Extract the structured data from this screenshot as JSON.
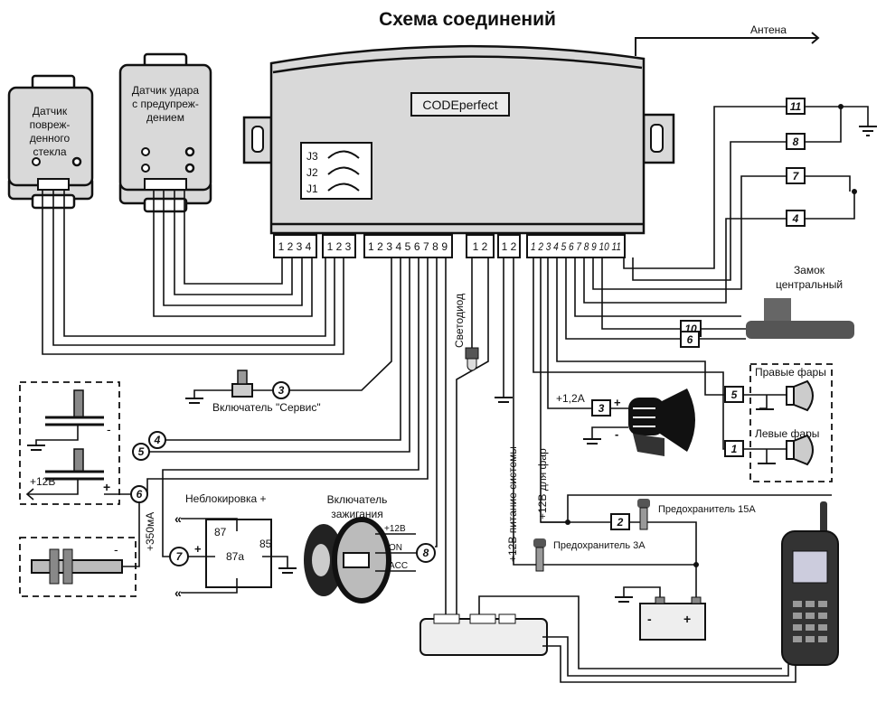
{
  "title": "Схема соединений",
  "antenna_label": "Антена",
  "main_unit": {
    "brand": "CODEperfect",
    "jumpers": [
      "J3",
      "J2",
      "J1"
    ],
    "connectors": [
      {
        "pins": "1 2 3 4"
      },
      {
        "pins": "1 2 3"
      },
      {
        "pins": "1 2 3 4 5 6 7 8 9"
      },
      {
        "pins": "1 2"
      },
      {
        "pins": "1 2"
      },
      {
        "pins": "1 2 3 4 5 6 7 8 9 10 11"
      }
    ]
  },
  "sensors": {
    "glass": "Датчик повреж- денного стекла",
    "glass_lines": [
      "Датчик",
      "повреж-",
      "денного",
      "стекла"
    ],
    "shock_lines": [
      "Датчик удара",
      "с предупреж-",
      "дением"
    ]
  },
  "labels": {
    "service_switch": "Включатель \"Сервис\"",
    "led": "Светодиод",
    "power_system": "+12В питание системы",
    "power_lights": "+12В для фар",
    "current_350": "+350мА",
    "plus12_left": "+12В",
    "immobilizer": "Неблокировка +",
    "ignition_lines": [
      "Включатель",
      "зажигания"
    ],
    "ign_12v": "+12В",
    "ign_on": "ON",
    "ign_acc": "ACC",
    "relay_87": "87",
    "relay_87a": "87a",
    "relay_85": "85",
    "right_lights": "Правые фары",
    "left_lights": "Левые фары",
    "lock_lines": [
      "Замок",
      "центральный"
    ],
    "siren_current": "+1,2А",
    "fuse_15": "Предохранитель 15А",
    "fuse_3": "Предохранитель 3А",
    "plus": "+",
    "minus": "-"
  },
  "wire_numbers_boxes": [
    "11",
    "8",
    "7",
    "4",
    "10",
    "6",
    "5",
    "3",
    "1",
    "2"
  ],
  "wire_numbers_circles": [
    "3",
    "4",
    "5",
    "6",
    "7",
    "8"
  ]
}
